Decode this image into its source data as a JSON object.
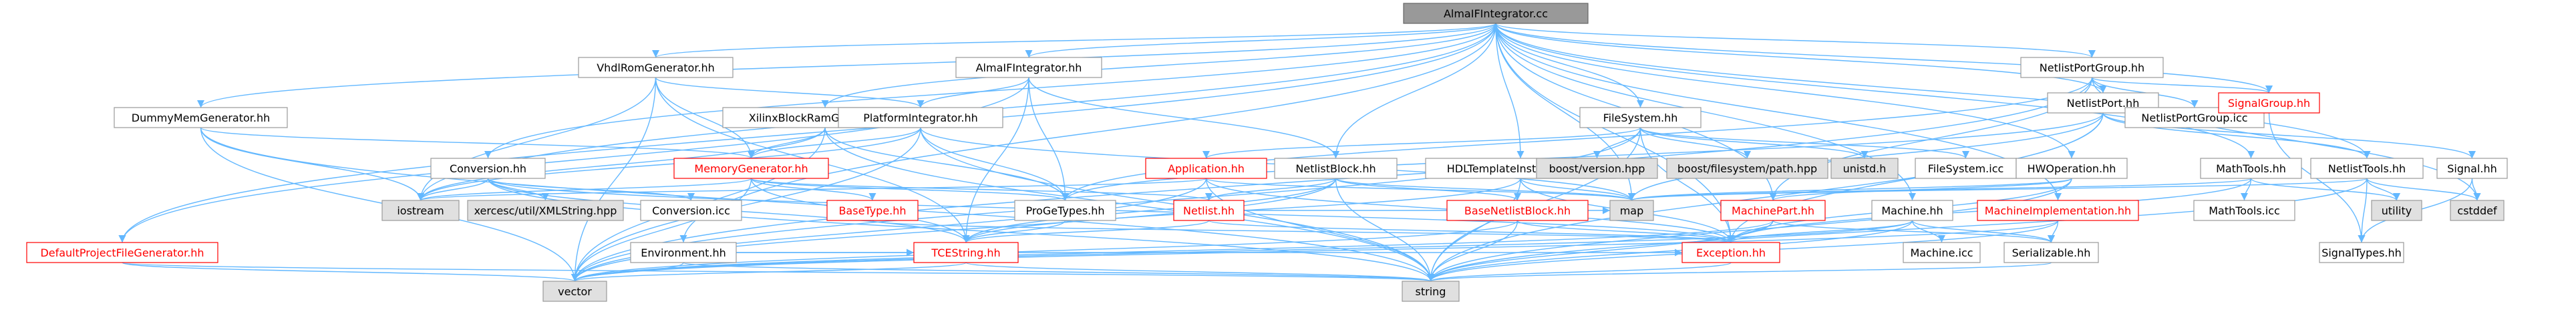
{
  "graph": {
    "type": "include-dependency-graph",
    "root": "AlmaIFIntegrator.cc",
    "colors": {
      "root_fill": "#999999",
      "node_fill": "#ffffff",
      "node_border": "#999999",
      "edge": "#63b8ff",
      "text": "#000000",
      "text_incomplete": "#ff0000",
      "border_incomplete": "#ff0000"
    },
    "nodes": [
      {
        "id": "n_root",
        "label": "AlmaIFIntegrator.cc",
        "style": "root"
      },
      {
        "id": "n_vhdlrom",
        "label": "VhdlRomGenerator.hh",
        "style": "normal"
      },
      {
        "id": "n_almaifhh",
        "label": "AlmaIFIntegrator.hh",
        "style": "normal"
      },
      {
        "id": "n_nlportgroup",
        "label": "NetlistPortGroup.hh",
        "style": "normal"
      },
      {
        "id": "n_dummymem",
        "label": "DummyMemGenerator.hh",
        "style": "normal"
      },
      {
        "id": "n_xilinx",
        "label": "XilinxBlockRamGenerator.hh",
        "style": "normal"
      },
      {
        "id": "n_platform",
        "label": "PlatformIntegrator.hh",
        "style": "normal"
      },
      {
        "id": "n_filesystem",
        "label": "FileSystem.hh",
        "style": "normal"
      },
      {
        "id": "n_nlport",
        "label": "NetlistPort.hh",
        "style": "normal"
      },
      {
        "id": "n_nlportgroupicc",
        "label": "NetlistPortGroup.icc",
        "style": "normal"
      },
      {
        "id": "n_signalgroup",
        "label": "SignalGroup.hh",
        "style": "red"
      },
      {
        "id": "n_conversion",
        "label": "Conversion.hh",
        "style": "normal"
      },
      {
        "id": "n_memgen",
        "label": "MemoryGenerator.hh",
        "style": "red"
      },
      {
        "id": "n_application",
        "label": "Application.hh",
        "style": "red"
      },
      {
        "id": "n_nlblock",
        "label": "NetlistBlock.hh",
        "style": "normal"
      },
      {
        "id": "n_hdltemplate",
        "label": "HDLTemplateInstantiator.hh",
        "style": "normal"
      },
      {
        "id": "n_boostversion",
        "label": "boost/version.hpp",
        "style": "gray"
      },
      {
        "id": "n_boostfs",
        "label": "boost/filesystem/path.hpp",
        "style": "gray"
      },
      {
        "id": "n_unistd",
        "label": "unistd.h",
        "style": "gray"
      },
      {
        "id": "n_fsicc",
        "label": "FileSystem.icc",
        "style": "normal"
      },
      {
        "id": "n_hwoperation",
        "label": "HWOperation.hh",
        "style": "normal"
      },
      {
        "id": "n_mathtools",
        "label": "MathTools.hh",
        "style": "normal"
      },
      {
        "id": "n_nltools",
        "label": "NetlistTools.hh",
        "style": "normal"
      },
      {
        "id": "n_signal",
        "label": "Signal.hh",
        "style": "normal"
      },
      {
        "id": "n_iostream",
        "label": "iostream",
        "style": "gray"
      },
      {
        "id": "n_xerces",
        "label": "xercesc/util/XMLString.hpp",
        "style": "gray"
      },
      {
        "id": "n_conversionicc",
        "label": "Conversion.icc",
        "style": "normal"
      },
      {
        "id": "n_basetype",
        "label": "BaseType.hh",
        "style": "red"
      },
      {
        "id": "n_progetypes",
        "label": "ProGeTypes.hh",
        "style": "normal"
      },
      {
        "id": "n_netlist",
        "label": "Netlist.hh",
        "style": "red"
      },
      {
        "id": "n_basenlblock",
        "label": "BaseNetlistBlock.hh",
        "style": "red"
      },
      {
        "id": "n_map",
        "label": "map",
        "style": "gray"
      },
      {
        "id": "n_machinepart",
        "label": "MachinePart.hh",
        "style": "red"
      },
      {
        "id": "n_machine",
        "label": "Machine.hh",
        "style": "normal"
      },
      {
        "id": "n_machineimpl",
        "label": "MachineImplementation.hh",
        "style": "red"
      },
      {
        "id": "n_mathtoolsicc",
        "label": "MathTools.icc",
        "style": "normal"
      },
      {
        "id": "n_utility",
        "label": "utility",
        "style": "gray"
      },
      {
        "id": "n_cstddef",
        "label": "cstddef",
        "style": "gray"
      },
      {
        "id": "n_environment",
        "label": "Environment.hh",
        "style": "normal"
      },
      {
        "id": "n_defaultproj",
        "label": "DefaultProjectFileGenerator.hh",
        "style": "red"
      },
      {
        "id": "n_tcestring",
        "label": "TCEString.hh",
        "style": "red"
      },
      {
        "id": "n_exception",
        "label": "Exception.hh",
        "style": "red"
      },
      {
        "id": "n_machineicc",
        "label": "Machine.icc",
        "style": "normal"
      },
      {
        "id": "n_serializable",
        "label": "Serializable.hh",
        "style": "normal"
      },
      {
        "id": "n_signaltypes",
        "label": "SignalTypes.hh",
        "style": "normal"
      },
      {
        "id": "n_vector",
        "label": "vector",
        "style": "gray"
      },
      {
        "id": "n_string",
        "label": "string",
        "style": "gray"
      }
    ],
    "edges": [
      [
        "n_root",
        "n_vhdlrom"
      ],
      [
        "n_root",
        "n_almaifhh"
      ],
      [
        "n_root",
        "n_nlportgroup"
      ],
      [
        "n_root",
        "n_dummymem"
      ],
      [
        "n_root",
        "n_xilinx"
      ],
      [
        "n_root",
        "n_filesystem"
      ],
      [
        "n_root",
        "n_nlport"
      ],
      [
        "n_root",
        "n_signalgroup"
      ],
      [
        "n_root",
        "n_conversion"
      ],
      [
        "n_root",
        "n_nlblock"
      ],
      [
        "n_root",
        "n_hdltemplate"
      ],
      [
        "n_root",
        "n_hwoperation"
      ],
      [
        "n_root",
        "n_mathtools"
      ],
      [
        "n_root",
        "n_environment"
      ],
      [
        "n_root",
        "n_defaultproj"
      ],
      [
        "n_root",
        "n_machinepart"
      ],
      [
        "n_root",
        "n_machine"
      ],
      [
        "n_root",
        "n_machineimpl"
      ],
      [
        "n_root",
        "n_exception"
      ],
      [
        "n_root",
        "n_map"
      ],
      [
        "n_root",
        "n_iostream"
      ],
      [
        "n_root",
        "n_nltools"
      ],
      [
        "n_vhdlrom",
        "n_memgen"
      ],
      [
        "n_vhdlrom",
        "n_tcestring"
      ],
      [
        "n_vhdlrom",
        "n_vector"
      ],
      [
        "n_vhdlrom",
        "n_iostream"
      ],
      [
        "n_vhdlrom",
        "n_platform"
      ],
      [
        "n_almaifhh",
        "n_platform"
      ],
      [
        "n_almaifhh",
        "n_tcestring"
      ],
      [
        "n_almaifhh",
        "n_progetypes"
      ],
      [
        "n_almaifhh",
        "n_nlblock"
      ],
      [
        "n_almaifhh",
        "n_defaultproj"
      ],
      [
        "n_nlportgroup",
        "n_nlport"
      ],
      [
        "n_nlportgroup",
        "n_nlportgroupicc"
      ],
      [
        "n_nlportgroup",
        "n_signalgroup"
      ],
      [
        "n_nlportgroup",
        "n_cstddef"
      ],
      [
        "n_nlportgroup",
        "n_progetypes"
      ],
      [
        "n_nlportgroup",
        "n_vector"
      ],
      [
        "n_nlportgroup",
        "n_machinepart"
      ],
      [
        "n_dummymem",
        "n_memgen"
      ],
      [
        "n_dummymem",
        "n_iostream"
      ],
      [
        "n_dummymem",
        "n_vector"
      ],
      [
        "n_dummymem",
        "n_string"
      ],
      [
        "n_xilinx",
        "n_memgen"
      ],
      [
        "n_xilinx",
        "n_iostream"
      ],
      [
        "n_xilinx",
        "n_vector"
      ],
      [
        "n_xilinx",
        "n_string"
      ],
      [
        "n_xilinx",
        "n_progetypes"
      ],
      [
        "n_platform",
        "n_memgen"
      ],
      [
        "n_platform",
        "n_progetypes"
      ],
      [
        "n_platform",
        "n_iostream"
      ],
      [
        "n_platform",
        "n_vector"
      ],
      [
        "n_platform",
        "n_map"
      ],
      [
        "n_platform",
        "n_string"
      ],
      [
        "n_filesystem",
        "n_boostversion"
      ],
      [
        "n_filesystem",
        "n_boostfs"
      ],
      [
        "n_filesystem",
        "n_unistd"
      ],
      [
        "n_filesystem",
        "n_fsicc"
      ],
      [
        "n_filesystem",
        "n_exception"
      ],
      [
        "n_filesystem",
        "n_string"
      ],
      [
        "n_filesystem",
        "n_vector"
      ],
      [
        "n_filesystem",
        "n_application"
      ],
      [
        "n_nlport",
        "n_nltools"
      ],
      [
        "n_nlport",
        "n_signal"
      ],
      [
        "n_nlport",
        "n_map"
      ],
      [
        "n_nlport",
        "n_string"
      ],
      [
        "n_nlport",
        "n_progetypes"
      ],
      [
        "n_nlport",
        "n_exception"
      ],
      [
        "n_nltools",
        "n_utility"
      ],
      [
        "n_nltools",
        "n_cstddef"
      ],
      [
        "n_nltools",
        "n_signaltypes"
      ],
      [
        "n_nltools",
        "n_string"
      ],
      [
        "n_nltools",
        "n_map"
      ],
      [
        "n_signal",
        "n_signaltypes"
      ],
      [
        "n_signal",
        "n_cstddef"
      ],
      [
        "n_signalgroup",
        "n_signaltypes"
      ],
      [
        "n_conversion",
        "n_xerces"
      ],
      [
        "n_conversion",
        "n_conversionicc"
      ],
      [
        "n_conversion",
        "n_iostream"
      ],
      [
        "n_conversion",
        "n_exception"
      ],
      [
        "n_conversion",
        "n_tcestring"
      ],
      [
        "n_conversion",
        "n_string"
      ],
      [
        "n_memgen",
        "n_basetype"
      ],
      [
        "n_memgen",
        "n_netlist"
      ],
      [
        "n_memgen",
        "n_tcestring"
      ],
      [
        "n_memgen",
        "n_iostream"
      ],
      [
        "n_memgen",
        "n_vector"
      ],
      [
        "n_memgen",
        "n_progetypes"
      ],
      [
        "n_application",
        "n_iostream"
      ],
      [
        "n_application",
        "n_vector"
      ],
      [
        "n_application",
        "n_map"
      ],
      [
        "n_application",
        "n_exception"
      ],
      [
        "n_application",
        "n_string"
      ],
      [
        "n_nlblock",
        "n_basenlblock"
      ],
      [
        "n_nlblock",
        "n_netlist"
      ],
      [
        "n_nlblock",
        "n_map"
      ],
      [
        "n_nlblock",
        "n_vector"
      ],
      [
        "n_nlblock",
        "n_string"
      ],
      [
        "n_nlblock",
        "n_tcestring"
      ],
      [
        "n_hdltemplate",
        "n_tcestring"
      ],
      [
        "n_hdltemplate",
        "n_exception"
      ],
      [
        "n_hdltemplate",
        "n_map"
      ],
      [
        "n_hdltemplate",
        "n_string"
      ],
      [
        "n_hwoperation",
        "n_map"
      ],
      [
        "n_hwoperation",
        "n_string"
      ],
      [
        "n_hwoperation",
        "n_machinepart"
      ],
      [
        "n_hwoperation",
        "n_exception"
      ],
      [
        "n_mathtools",
        "n_mathtoolsicc"
      ],
      [
        "n_mathtools",
        "n_utility"
      ],
      [
        "n_mathtools",
        "n_exception"
      ],
      [
        "n_mathtools",
        "n_map"
      ],
      [
        "n_basenlblock",
        "n_exception"
      ],
      [
        "n_basenlblock",
        "n_string"
      ],
      [
        "n_basenlblock",
        "n_vector"
      ],
      [
        "n_netlist",
        "n_tcestring"
      ],
      [
        "n_netlist",
        "n_exception"
      ],
      [
        "n_netlist",
        "n_map"
      ],
      [
        "n_basetype",
        "n_exception"
      ],
      [
        "n_machinepart",
        "n_exception"
      ],
      [
        "n_machinepart",
        "n_serializable"
      ],
      [
        "n_machinepart",
        "n_string"
      ],
      [
        "n_machinepart",
        "n_vector"
      ],
      [
        "n_machine",
        "n_machineicc"
      ],
      [
        "n_machine",
        "n_serializable"
      ],
      [
        "n_machine",
        "n_exception"
      ],
      [
        "n_machine",
        "n_string"
      ],
      [
        "n_machine",
        "n_vector"
      ],
      [
        "n_machineimpl",
        "n_serializable"
      ],
      [
        "n_machineimpl",
        "n_string"
      ],
      [
        "n_machineimpl",
        "n_vector"
      ],
      [
        "n_environment",
        "n_tcestring"
      ],
      [
        "n_environment",
        "n_vector"
      ],
      [
        "n_environment",
        "n_string"
      ],
      [
        "n_environment",
        "n_exception"
      ],
      [
        "n_defaultproj",
        "n_vector"
      ],
      [
        "n_defaultproj",
        "n_string"
      ],
      [
        "n_tcestring",
        "n_string"
      ],
      [
        "n_tcestring",
        "n_vector"
      ],
      [
        "n_exception",
        "n_string"
      ],
      [
        "n_serializable",
        "n_string"
      ],
      [
        "n_progetypes",
        "n_tcestring"
      ]
    ]
  }
}
